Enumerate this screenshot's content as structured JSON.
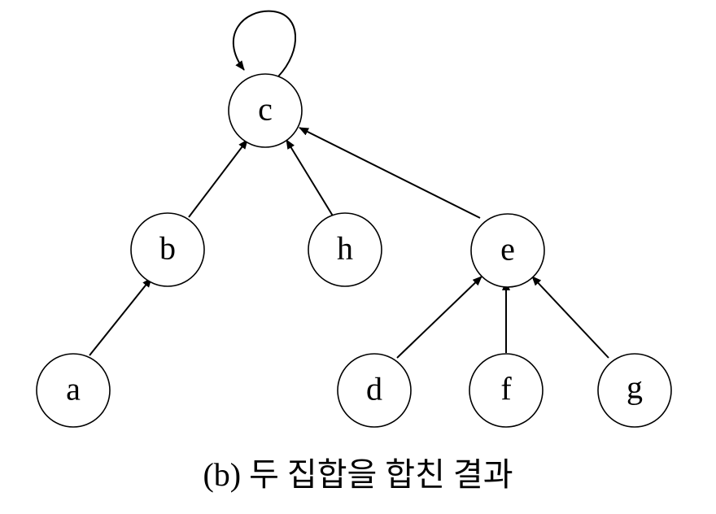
{
  "nodes": {
    "a": {
      "label": "a"
    },
    "b": {
      "label": "b"
    },
    "c": {
      "label": "c"
    },
    "d": {
      "label": "d"
    },
    "e": {
      "label": "e"
    },
    "f": {
      "label": "f"
    },
    "g": {
      "label": "g"
    },
    "h": {
      "label": "h"
    }
  },
  "edges": [
    {
      "from": "a",
      "to": "b"
    },
    {
      "from": "b",
      "to": "c"
    },
    {
      "from": "h",
      "to": "c"
    },
    {
      "from": "e",
      "to": "c"
    },
    {
      "from": "d",
      "to": "e"
    },
    {
      "from": "f",
      "to": "e"
    },
    {
      "from": "g",
      "to": "e"
    },
    {
      "from": "c",
      "to": "c"
    }
  ],
  "caption": "(b) 두 집합을 합친 결과",
  "colors": {
    "stroke": "#000000",
    "fill": "#ffffff",
    "background": "#ffffff"
  }
}
